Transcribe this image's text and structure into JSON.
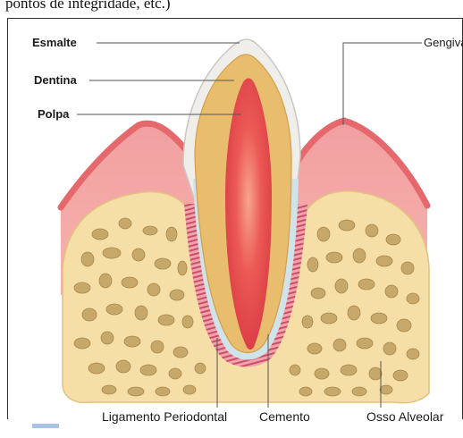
{
  "header_fragment": "pontos de integridade, etc.)",
  "labels": {
    "esmalte": "Esmalte",
    "dentina": "Dentina",
    "polpa": "Polpa",
    "gengiva": "Gengiva",
    "ligamento": "Ligamento Periodontal",
    "cemento": "Cemento",
    "osso": "Osso Alveolar"
  },
  "colors": {
    "enamel": "#efeeea",
    "dentin": "#e8bd6e",
    "pulp": "#e5474a",
    "gum": "#f29b9b",
    "gum_edge": "#e4686c",
    "bone": "#f5dfa7",
    "bone_spot": "#c6a86a",
    "ligament": "#c94f63"
  }
}
